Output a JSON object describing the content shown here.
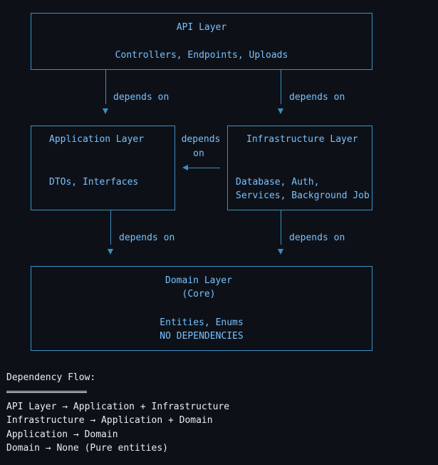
{
  "diagram": {
    "api_layer": {
      "title": "API Layer",
      "detail": "Controllers, Endpoints, Uploads"
    },
    "application_layer": {
      "title": "Application Layer",
      "detail": "DTOs, Interfaces"
    },
    "infrastructure_layer": {
      "title": "Infrastructure Layer",
      "detail_line1": "Database, Auth,",
      "detail_line2": "Services, Background Job"
    },
    "domain_layer": {
      "title": "Domain Layer",
      "subtitle": "(Core)",
      "detail_line1": "Entities, Enums",
      "detail_line2": "NO DEPENDENCIES"
    },
    "edges": {
      "api_to_application": "depends on",
      "api_to_infrastructure": "depends on",
      "infra_to_application_line1": "depends",
      "infra_to_application_line2": "on",
      "application_to_domain": "depends on",
      "infrastructure_to_domain": "depends on"
    }
  },
  "flow": {
    "heading": "Dependency Flow:",
    "lines": [
      "API Layer → Application + Infrastructure",
      "Infrastructure → Application + Domain",
      "Application → Domain",
      "Domain → None (Pure entities)"
    ]
  },
  "colors": {
    "background": "#0d1117",
    "diagram_line": "#3b8fc4",
    "diagram_text": "#79c0ff",
    "body_text": "#e6edf3"
  }
}
